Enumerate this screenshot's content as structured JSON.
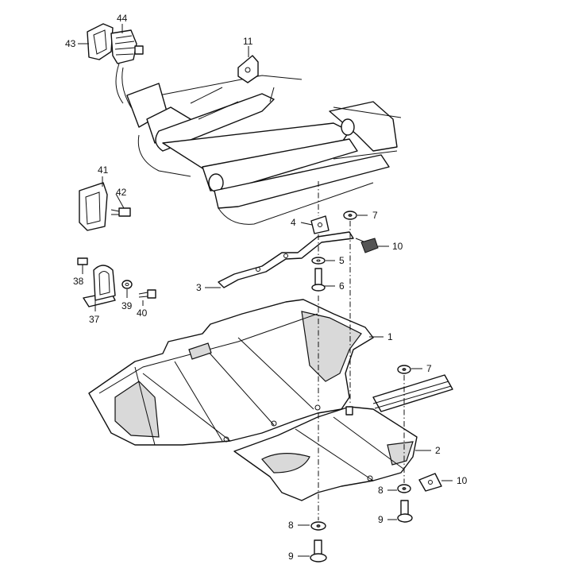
{
  "callouts": [
    {
      "id": "c1",
      "label": "1"
    },
    {
      "id": "c2",
      "label": "2"
    },
    {
      "id": "c3",
      "label": "3"
    },
    {
      "id": "c4",
      "label": "4"
    },
    {
      "id": "c5",
      "label": "5"
    },
    {
      "id": "c6",
      "label": "6"
    },
    {
      "id": "c7a",
      "label": "7"
    },
    {
      "id": "c7b",
      "label": "7"
    },
    {
      "id": "c8a",
      "label": "8"
    },
    {
      "id": "c8b",
      "label": "8"
    },
    {
      "id": "c9a",
      "label": "9"
    },
    {
      "id": "c9b",
      "label": "9"
    },
    {
      "id": "c10a",
      "label": "10"
    },
    {
      "id": "c10b",
      "label": "10"
    },
    {
      "id": "c11",
      "label": "11"
    },
    {
      "id": "c37",
      "label": "37"
    },
    {
      "id": "c38",
      "label": "38"
    },
    {
      "id": "c39",
      "label": "39"
    },
    {
      "id": "c40",
      "label": "40"
    },
    {
      "id": "c41",
      "label": "41"
    },
    {
      "id": "c42",
      "label": "42"
    },
    {
      "id": "c43",
      "label": "43"
    },
    {
      "id": "c44",
      "label": "44"
    }
  ]
}
